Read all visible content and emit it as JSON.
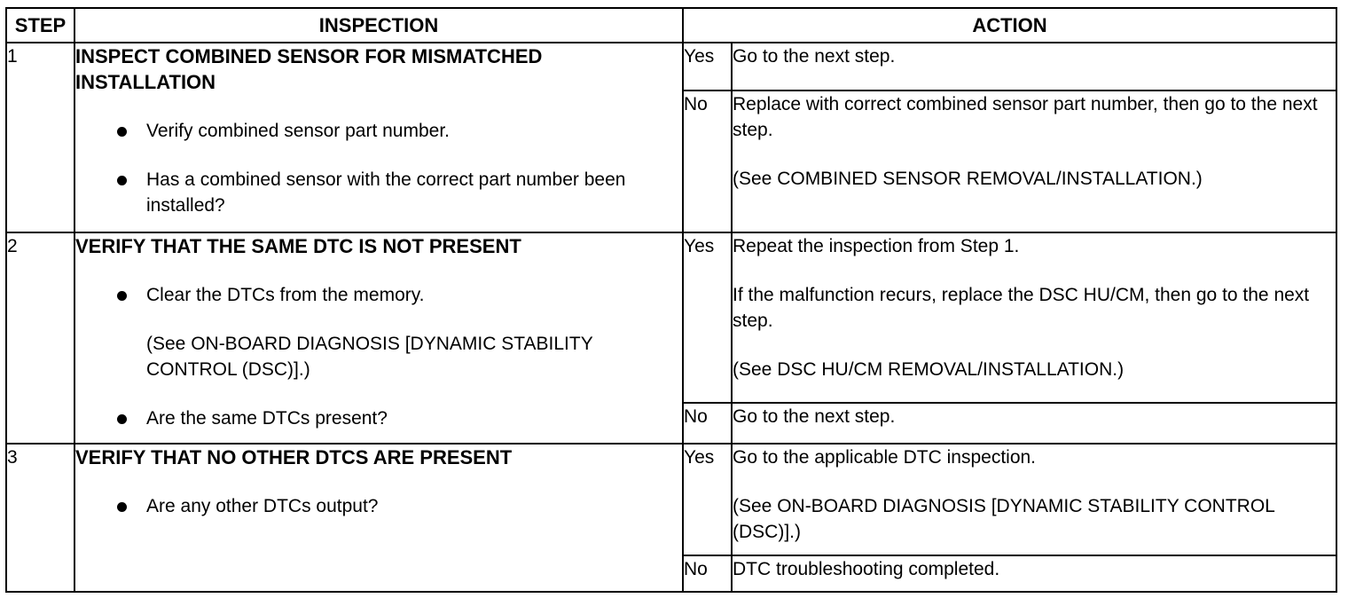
{
  "headers": {
    "step": "STEP",
    "inspection": "INSPECTION",
    "action": "ACTION"
  },
  "rows": [
    {
      "step": "1",
      "title": "INSPECT COMBINED SENSOR FOR MISMATCHED INSTALLATION",
      "bullets": [
        "Verify combined sensor part number.",
        "Has a combined sensor with the correct part number been installed?"
      ],
      "yes": {
        "label": "Yes",
        "action": [
          "Go to the next step."
        ]
      },
      "no": {
        "label": "No",
        "action": [
          "Replace with correct combined sensor part number, then go to the next step.",
          "(See COMBINED SENSOR REMOVAL/INSTALLATION.)"
        ]
      }
    },
    {
      "step": "2",
      "title": "VERIFY THAT THE SAME DTC IS NOT PRESENT",
      "bullets": [
        "Clear the DTCs from the memory.",
        "Are the same DTCs present?"
      ],
      "note": "(See ON-BOARD DIAGNOSIS [DYNAMIC STABILITY CONTROL (DSC)].)",
      "yes": {
        "label": "Yes",
        "action": [
          "Repeat the inspection from Step 1.",
          "If the malfunction recurs, replace the DSC HU/CM, then go to the next step.",
          "(See DSC HU/CM REMOVAL/INSTALLATION.)"
        ]
      },
      "no": {
        "label": "No",
        "action": [
          "Go to the next step."
        ]
      }
    },
    {
      "step": "3",
      "title": "VERIFY THAT NO OTHER DTCS ARE PRESENT",
      "bullets": [
        "Are any other DTCs output?"
      ],
      "yes": {
        "label": "Yes",
        "action": [
          "Go to the applicable DTC inspection.",
          "(See ON-BOARD DIAGNOSIS [DYNAMIC STABILITY CONTROL (DSC)].)"
        ]
      },
      "no": {
        "label": "No",
        "action": [
          "DTC troubleshooting completed."
        ]
      }
    }
  ]
}
